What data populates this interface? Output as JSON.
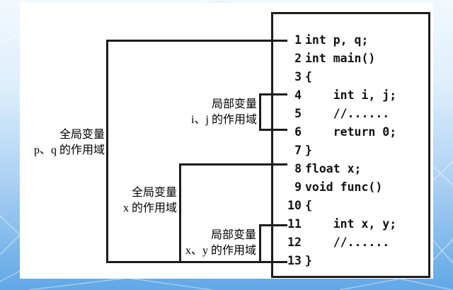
{
  "labels": {
    "global_pq": {
      "line1": "全局变量",
      "line2": "p、q 的作用域"
    },
    "local_ij": {
      "line1": "局部变量",
      "line2": "i、j 的作用域"
    },
    "global_x": {
      "line1": "全局变量",
      "line2": "x 的作用域"
    },
    "local_xy": {
      "line1": "局部变量",
      "line2": "x、y 的作用域"
    }
  },
  "code": {
    "lines": [
      {
        "num": "1",
        "text": "int p, q;"
      },
      {
        "num": "2",
        "text": "int main()"
      },
      {
        "num": "3",
        "text": "{"
      },
      {
        "num": "4",
        "text": "    int i, j;"
      },
      {
        "num": "5",
        "text": "    //......"
      },
      {
        "num": "6",
        "text": "    return 0;"
      },
      {
        "num": "7",
        "text": "}"
      },
      {
        "num": "8",
        "text": "float x;"
      },
      {
        "num": "9",
        "text": "void func()"
      },
      {
        "num": "10",
        "text": "{"
      },
      {
        "num": "11",
        "text": "    int x, y;"
      },
      {
        "num": "12",
        "text": "    //......"
      },
      {
        "num": "13",
        "text": "}"
      }
    ]
  },
  "colors": {
    "line": "#1b1b1b",
    "panel": "#ffffff",
    "slide_blue": "#60a8e7",
    "text": "#000000"
  }
}
